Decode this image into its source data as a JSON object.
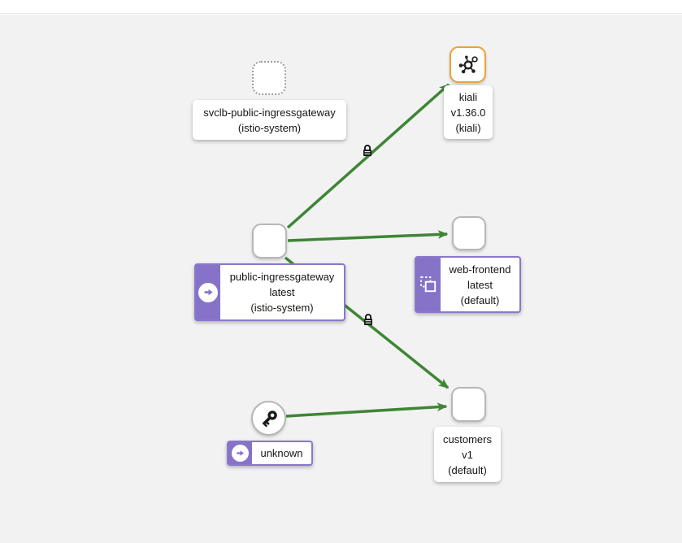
{
  "graph": {
    "nodes": {
      "svclb": {
        "kind": "idle-workload",
        "lines": [
          "svclb-public-ingressgateway",
          "(istio-system)"
        ]
      },
      "kiali": {
        "kind": "app",
        "icon": "topology-icon",
        "lines": [
          "kiali",
          "v1.36.0",
          "(kiali)"
        ]
      },
      "public_ingressgateway": {
        "kind": "root-workload",
        "badge": "traffic-source-arrow",
        "lines": [
          "public-ingressgateway",
          "latest",
          "(istio-system)"
        ]
      },
      "web_frontend": {
        "kind": "workload",
        "badge": "overlapping-squares",
        "lines": [
          "web-frontend",
          "latest",
          "(default)"
        ]
      },
      "customers": {
        "kind": "app-version",
        "lines": [
          "customers",
          "v1",
          "(default)"
        ]
      },
      "unknown": {
        "kind": "unknown-source",
        "icon": "key-icon",
        "badge": "traffic-source-arrow",
        "lines": [
          "unknown"
        ]
      }
    },
    "edges": [
      {
        "from": "public-ingressgateway",
        "to": "kiali",
        "status": "healthy",
        "mtls_lock": true
      },
      {
        "from": "public-ingressgateway",
        "to": "web-frontend",
        "status": "healthy",
        "mtls_lock": false
      },
      {
        "from": "public-ingressgateway",
        "to": "customers",
        "status": "healthy",
        "mtls_lock": true
      },
      {
        "from": "unknown",
        "to": "customers",
        "status": "healthy",
        "mtls_lock": false
      }
    ],
    "colors": {
      "edge_healthy": "#3E8635",
      "badge_purple": "#8673C8",
      "app_border_orange": "#E9A33C",
      "node_border_gray": "#B7B7B7",
      "background": "#F2F2F2",
      "lock_black": "#151515"
    }
  }
}
